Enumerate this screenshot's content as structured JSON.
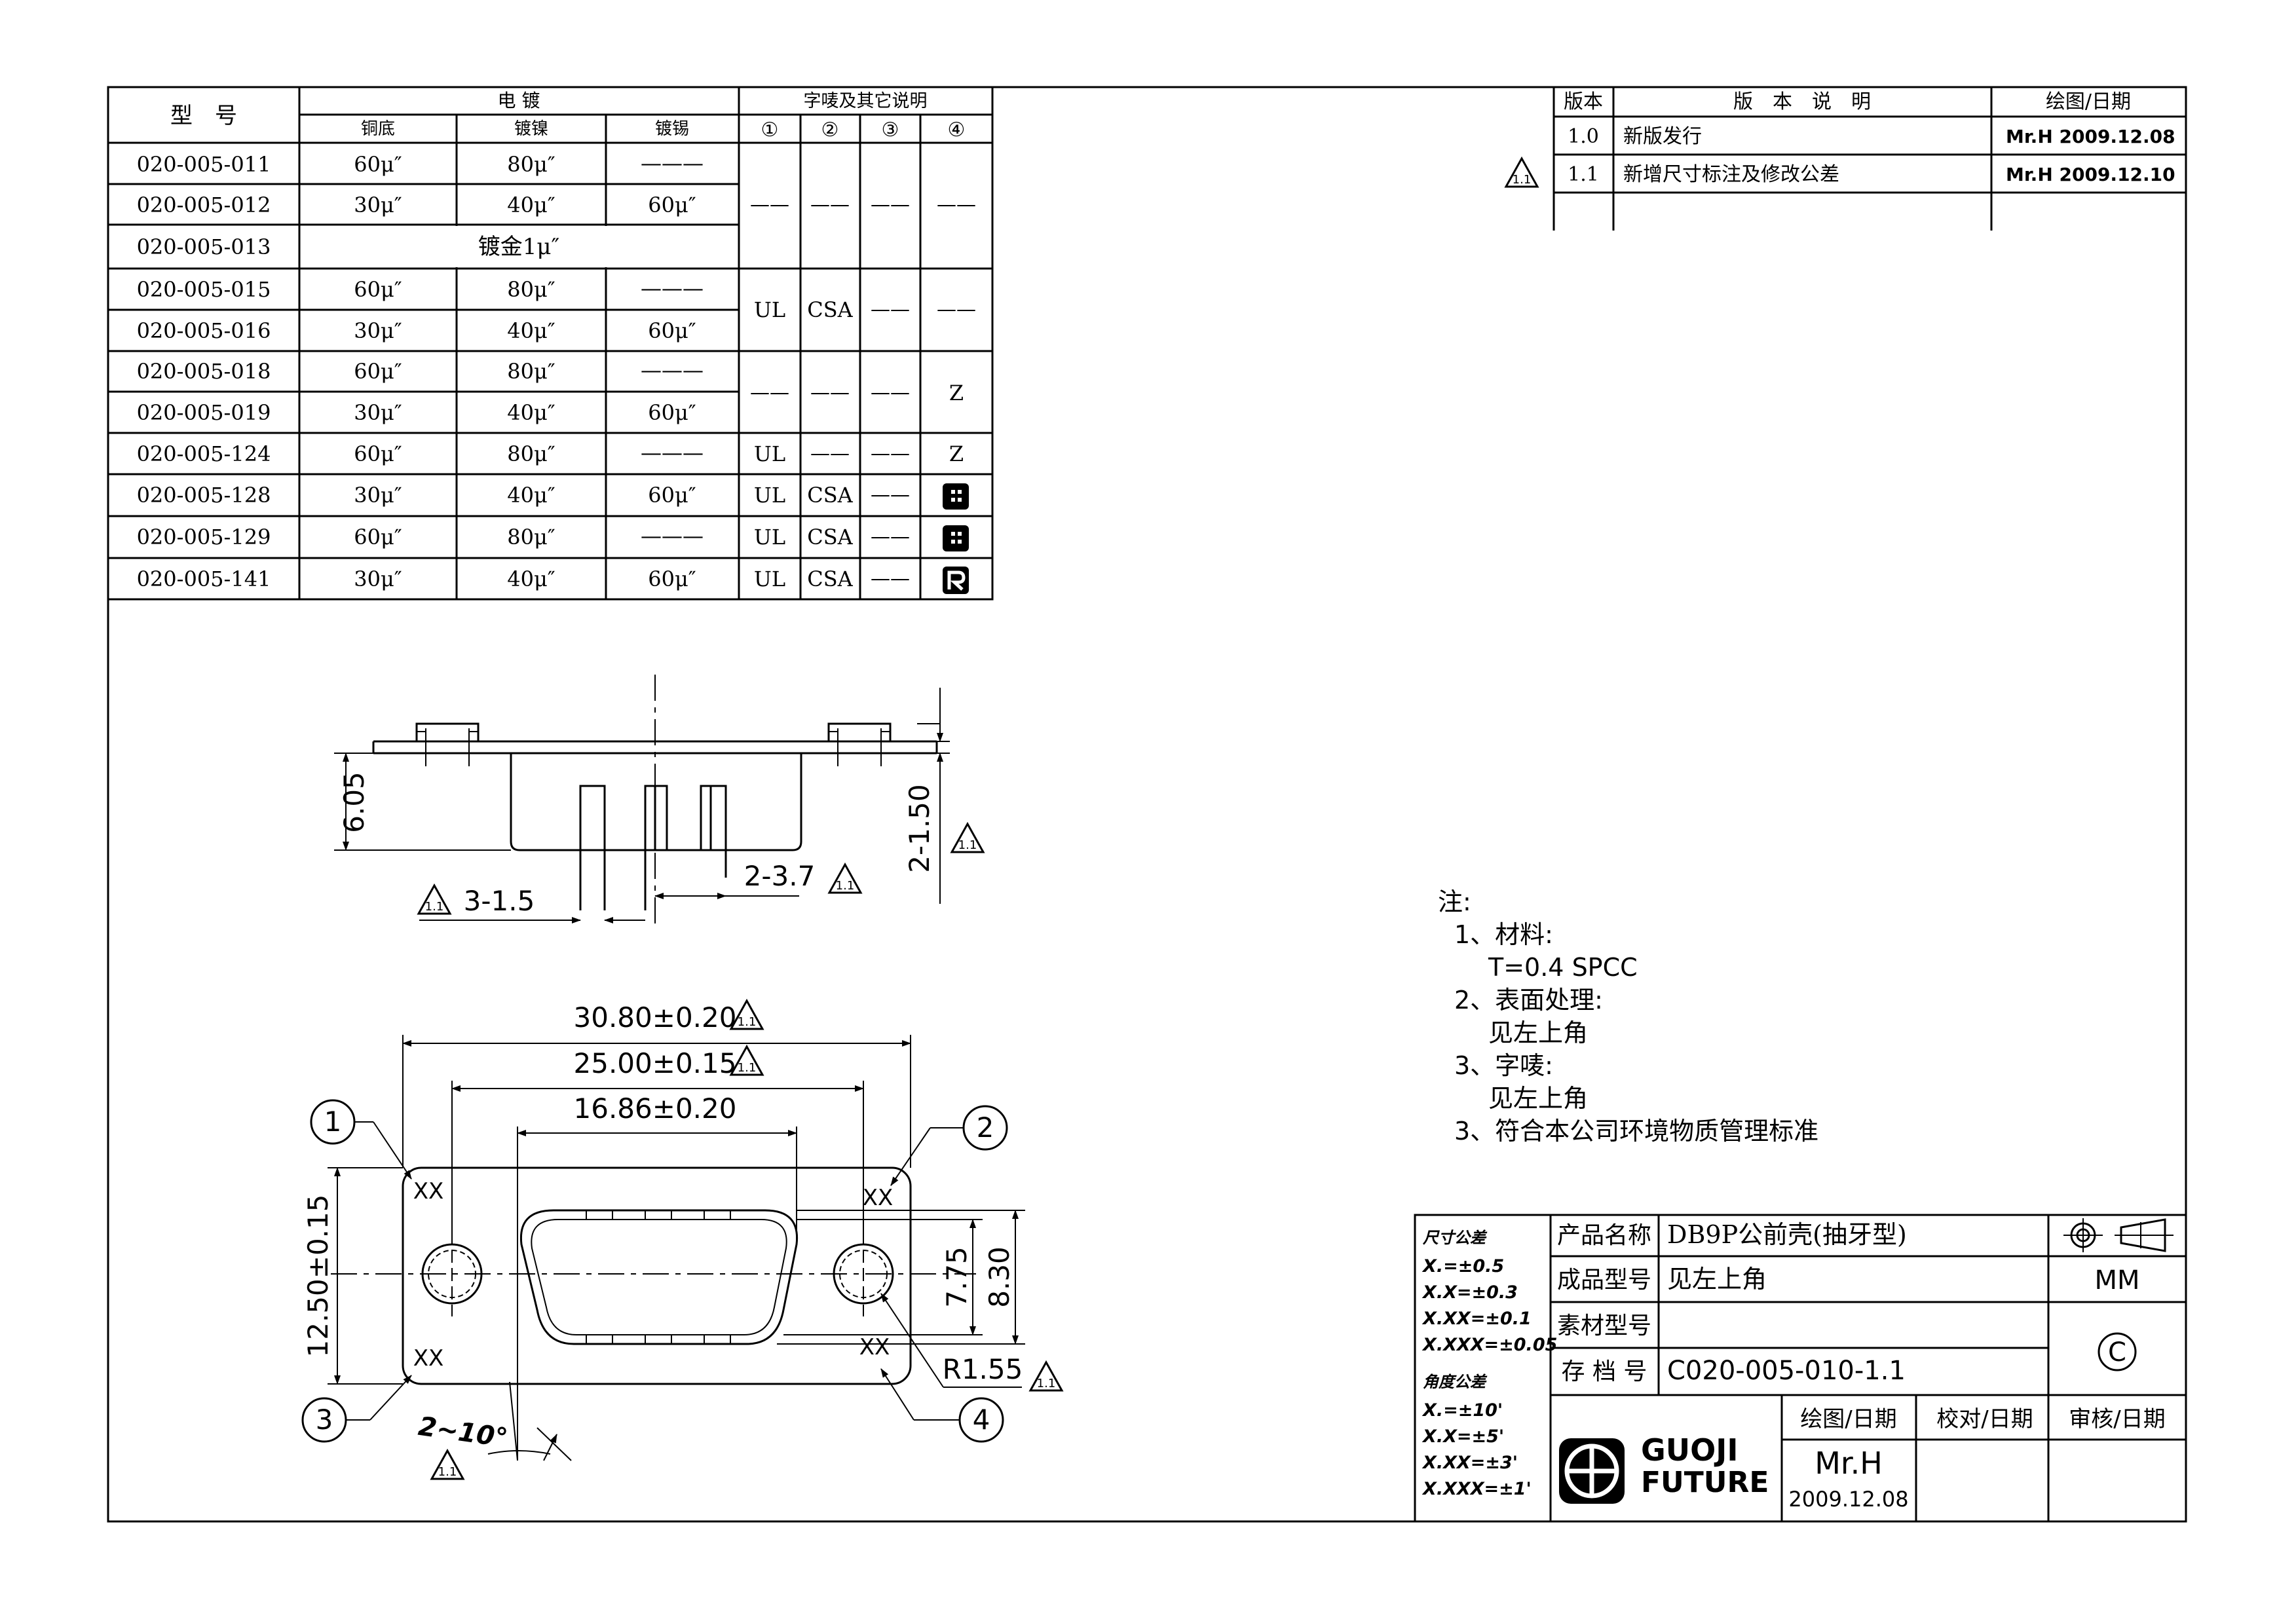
{
  "plating_table": {
    "header_model": "型　号",
    "header_plating": "电 镀",
    "header_sub": [
      "铜底",
      "镀镍",
      "镀锡"
    ],
    "header_marking": "字唛及其它说明",
    "header_marks": [
      "①",
      "②",
      "③",
      "④"
    ],
    "rows": [
      {
        "model": "020-005-011",
        "cu": "60μ″",
        "ni": "80μ″",
        "sn": "———"
      },
      {
        "model": "020-005-012",
        "cu": "30μ″",
        "ni": "40μ″",
        "sn": "60μ″"
      },
      {
        "model": "020-005-013",
        "span": "镀金1μ″"
      },
      {
        "model": "020-005-015",
        "cu": "60μ″",
        "ni": "80μ″",
        "sn": "———"
      },
      {
        "model": "020-005-016",
        "cu": "30μ″",
        "ni": "40μ″",
        "sn": "60μ″"
      },
      {
        "model": "020-005-018",
        "cu": "60μ″",
        "ni": "80μ″",
        "sn": "———"
      },
      {
        "model": "020-005-019",
        "cu": "30μ″",
        "ni": "40μ″",
        "sn": "60μ″"
      },
      {
        "model": "020-005-124",
        "cu": "60μ″",
        "ni": "80μ″",
        "sn": "———"
      },
      {
        "model": "020-005-128",
        "cu": "30μ″",
        "ni": "40μ″",
        "sn": "60μ″"
      },
      {
        "model": "020-005-129",
        "cu": "60μ″",
        "ni": "80μ″",
        "sn": "———"
      },
      {
        "model": "020-005-141",
        "cu": "30μ″",
        "ni": "40μ″",
        "sn": "60μ″"
      }
    ],
    "marks_dash": "——",
    "mark_ul": "UL",
    "mark_csa": "CSA",
    "mark_z": "Z"
  },
  "revision_table": {
    "header_ver": "版本",
    "header_desc": "版　本　说　明",
    "header_date": "绘图/日期",
    "rows": [
      {
        "ver": "1.0",
        "desc": "新版发行",
        "date": "Mr.H  2009.12.08"
      },
      {
        "ver": "1.1",
        "desc": "新增尺寸标注及修改公差",
        "date": "Mr.H  2009.12.10"
      }
    ],
    "rev_flag": "1.1"
  },
  "drawing": {
    "side_dims": {
      "height": "6.05",
      "pitch_left": "3-1.5",
      "pitch_right": "2-3.7",
      "flange_t": "2-1.50"
    },
    "front_dims": {
      "overall": "30.80±0.20",
      "hole_pitch": "25.00±0.15",
      "shell": "16.86±0.20",
      "height": "12.50±0.15",
      "inner_h": "7.75",
      "outer_h": "8.30",
      "radius": "R1.55",
      "angle": "2~10°",
      "mark": "XX"
    },
    "balloons": [
      "1",
      "2",
      "3",
      "4"
    ]
  },
  "notes": {
    "title": "注:",
    "lines": [
      "1、材料:",
      "T=0.4 SPCC",
      "2、表面处理:",
      "见左上角",
      "3、字唛:",
      "见左上角",
      "3、符合本公司环境物质管理标准"
    ]
  },
  "title_block": {
    "tol_title": "尺寸公差",
    "tol_lines": [
      "X.=±0.5",
      "X.X=±0.3",
      "X.XX=±0.1",
      "X.XXX=±0.05"
    ],
    "ang_title": "角度公差",
    "ang_lines": [
      "X.=±10'",
      "X.X=±5'",
      "X.XX=±3'",
      "X.XXX=±1'"
    ],
    "product_name_label": "产品名称",
    "product_name": "DB9P公前壳(抽牙型)",
    "finished_label": "成品型号",
    "finished": "见左上角",
    "material_label": "素材型号",
    "material": "",
    "archive_label": "存 档 号",
    "archive": "C020-005-010-1.1",
    "unit": "MM",
    "copyright": "C",
    "draw_label": "绘图/日期",
    "check_label": "校对/日期",
    "approve_label": "审核/日期",
    "drawer": "Mr.H",
    "draw_date": "2009.12.08",
    "logo_line1": "GUOJI",
    "logo_line2": "FUTURE"
  }
}
